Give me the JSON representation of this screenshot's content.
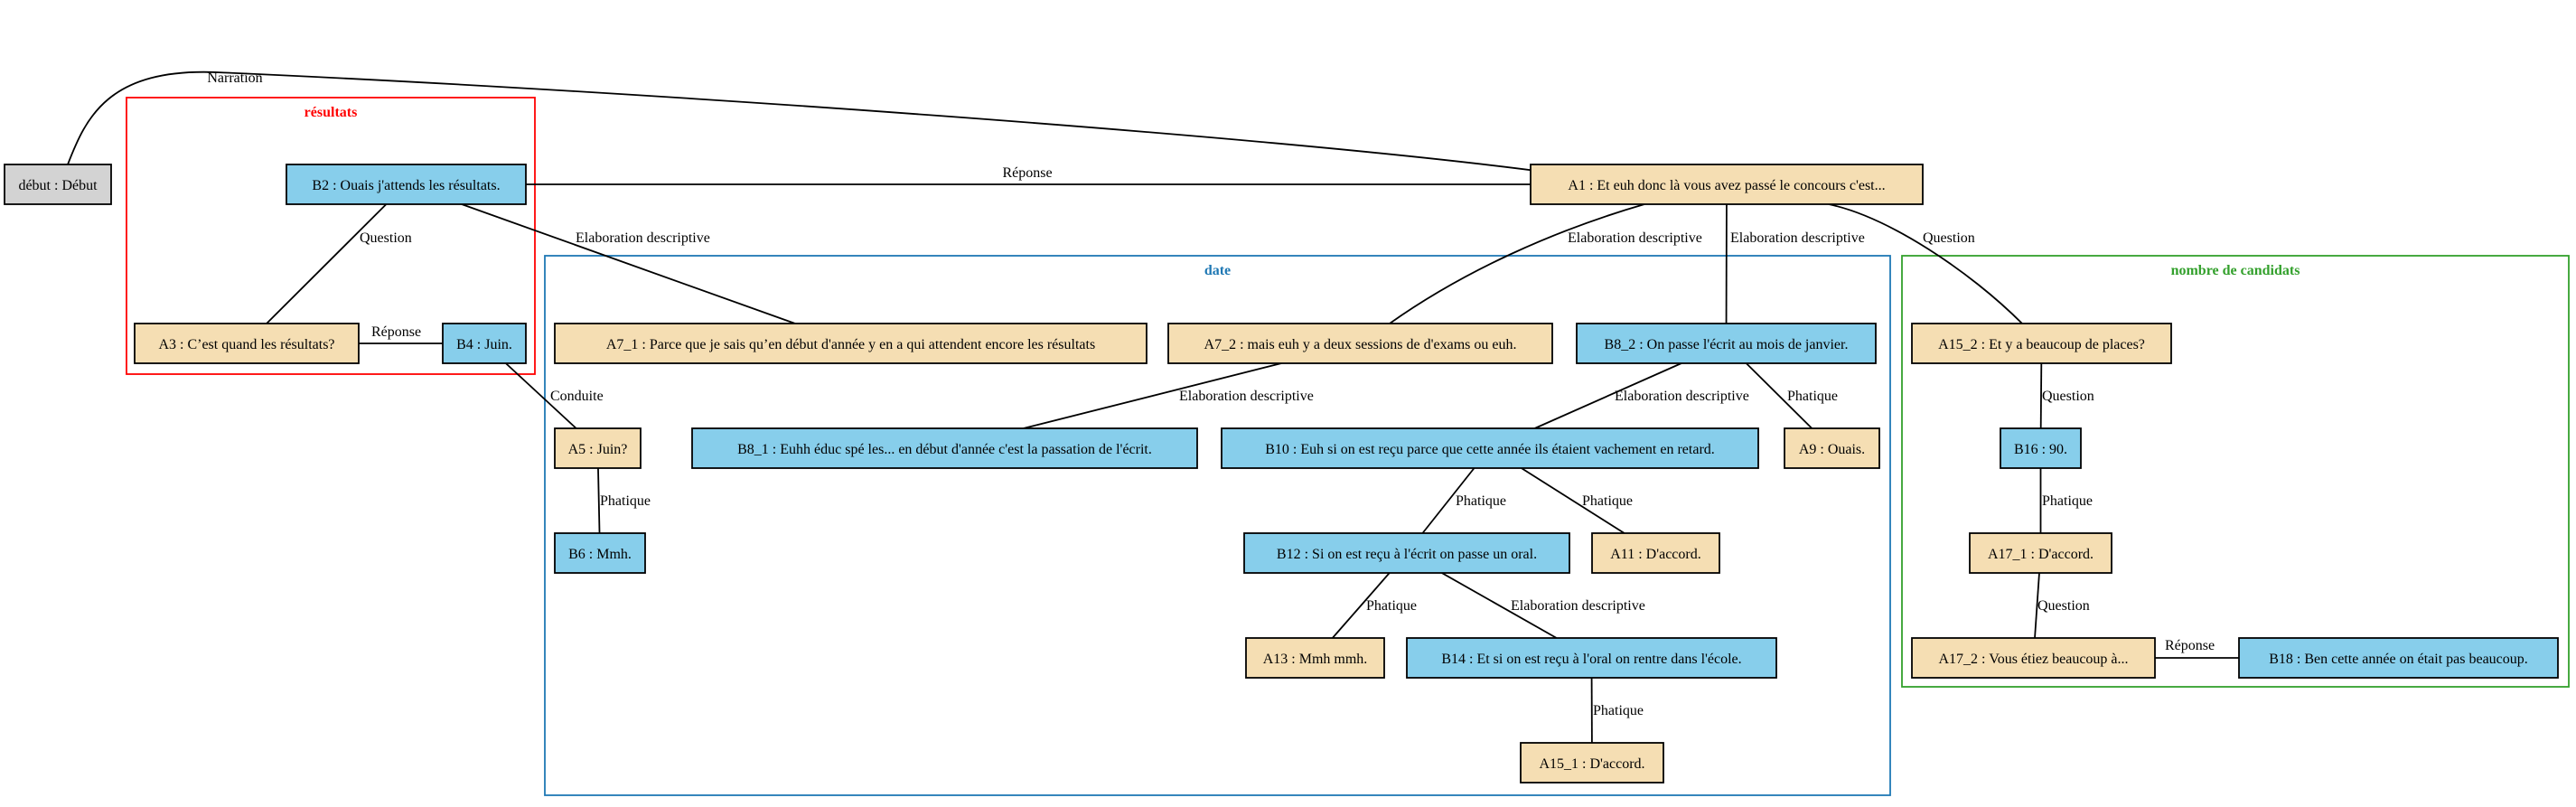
{
  "colors": {
    "speaker_a": "#f5deb3",
    "speaker_b": "#87ceeb",
    "start": "#d3d3d3"
  },
  "clusters": [
    {
      "id": "resultats",
      "label": "résultats",
      "color": "#ff0000"
    },
    {
      "id": "date",
      "label": "date",
      "color": "#1f78b4"
    },
    {
      "id": "candidats",
      "label": "nombre de candidats",
      "color": "#33a02c"
    }
  ],
  "nodes": [
    {
      "id": "debut",
      "label": "début : Début",
      "kind": "start"
    },
    {
      "id": "B2",
      "label": "B2 : Ouais j'attends les résultats.",
      "kind": "speaker_b"
    },
    {
      "id": "A1",
      "label": "A1 : Et euh donc là vous avez passé le concours c'est...",
      "kind": "speaker_a"
    },
    {
      "id": "A3",
      "label": "A3 : C’est quand les résultats?",
      "kind": "speaker_a"
    },
    {
      "id": "B4",
      "label": "B4 : Juin.",
      "kind": "speaker_b"
    },
    {
      "id": "A7_1",
      "label": "A7_1 : Parce que je sais qu’en début d'année y en a qui attendent encore les résultats",
      "kind": "speaker_a"
    },
    {
      "id": "A7_2",
      "label": "A7_2 : mais euh y a deux sessions de d'exams ou euh.",
      "kind": "speaker_a"
    },
    {
      "id": "B8_2",
      "label": "B8_2 : On passe l'écrit au mois de janvier.",
      "kind": "speaker_b"
    },
    {
      "id": "A15_2",
      "label": "A15_2 : Et y a beaucoup de places?",
      "kind": "speaker_a"
    },
    {
      "id": "A5",
      "label": "A5 : Juin?",
      "kind": "speaker_a"
    },
    {
      "id": "B8_1",
      "label": "B8_1 : Euhh éduc spé les... en début d'année c'est la passation de l'écrit.",
      "kind": "speaker_b"
    },
    {
      "id": "B10",
      "label": "B10 : Euh si on est reçu parce que cette année ils étaient vachement en retard.",
      "kind": "speaker_b"
    },
    {
      "id": "A9",
      "label": "A9 : Ouais.",
      "kind": "speaker_a"
    },
    {
      "id": "B16",
      "label": "B16 : 90.",
      "kind": "speaker_b"
    },
    {
      "id": "B6",
      "label": "B6 : Mmh.",
      "kind": "speaker_b"
    },
    {
      "id": "B12",
      "label": "B12 : Si on est reçu à l'écrit on passe un oral.",
      "kind": "speaker_b"
    },
    {
      "id": "A11",
      "label": "A11 : D'accord.",
      "kind": "speaker_a"
    },
    {
      "id": "A17_1",
      "label": "A17_1 : D'accord.",
      "kind": "speaker_a"
    },
    {
      "id": "A13",
      "label": "A13 : Mmh mmh.",
      "kind": "speaker_a"
    },
    {
      "id": "B14",
      "label": "B14 : Et si on est reçu à l'oral on rentre dans l'école.",
      "kind": "speaker_b"
    },
    {
      "id": "A17_2",
      "label": "A17_2 : Vous étiez beaucoup à...",
      "kind": "speaker_a"
    },
    {
      "id": "B18",
      "label": "B18 : Ben cette année on était pas beaucoup.",
      "kind": "speaker_b"
    },
    {
      "id": "A15_1",
      "label": "A15_1 : D'accord.",
      "kind": "speaker_a"
    }
  ],
  "edges": [
    {
      "from": "debut",
      "to": "A1",
      "label": "Narration"
    },
    {
      "from": "B2",
      "to": "A1",
      "label": "Réponse"
    },
    {
      "from": "B2",
      "to": "A3",
      "label": "Question"
    },
    {
      "from": "B2",
      "to": "A7_1",
      "label": "Elaboration descriptive"
    },
    {
      "from": "A1",
      "to": "A7_2",
      "label": "Elaboration descriptive"
    },
    {
      "from": "A1",
      "to": "B8_2",
      "label": "Elaboration descriptive"
    },
    {
      "from": "A1",
      "to": "A15_2",
      "label": "Question"
    },
    {
      "from": "A3",
      "to": "B4",
      "label": "Réponse"
    },
    {
      "from": "B4",
      "to": "A5",
      "label": "Conduite"
    },
    {
      "from": "A5",
      "to": "B6",
      "label": "Phatique"
    },
    {
      "from": "A7_2",
      "to": "B8_1",
      "label": "Elaboration descriptive"
    },
    {
      "from": "B8_2",
      "to": "B10",
      "label": "Elaboration descriptive"
    },
    {
      "from": "B8_2",
      "to": "A9",
      "label": "Phatique"
    },
    {
      "from": "B10",
      "to": "B12",
      "label": "Phatique"
    },
    {
      "from": "B10",
      "to": "A11",
      "label": "Phatique"
    },
    {
      "from": "B12",
      "to": "A13",
      "label": "Phatique"
    },
    {
      "from": "B12",
      "to": "B14",
      "label": "Elaboration descriptive"
    },
    {
      "from": "B14",
      "to": "A15_1",
      "label": "Phatique"
    },
    {
      "from": "A15_2",
      "to": "B16",
      "label": "Question"
    },
    {
      "from": "B16",
      "to": "A17_1",
      "label": "Phatique"
    },
    {
      "from": "A17_1",
      "to": "A17_2",
      "label": "Question"
    },
    {
      "from": "A17_2",
      "to": "B18",
      "label": "Réponse"
    }
  ]
}
